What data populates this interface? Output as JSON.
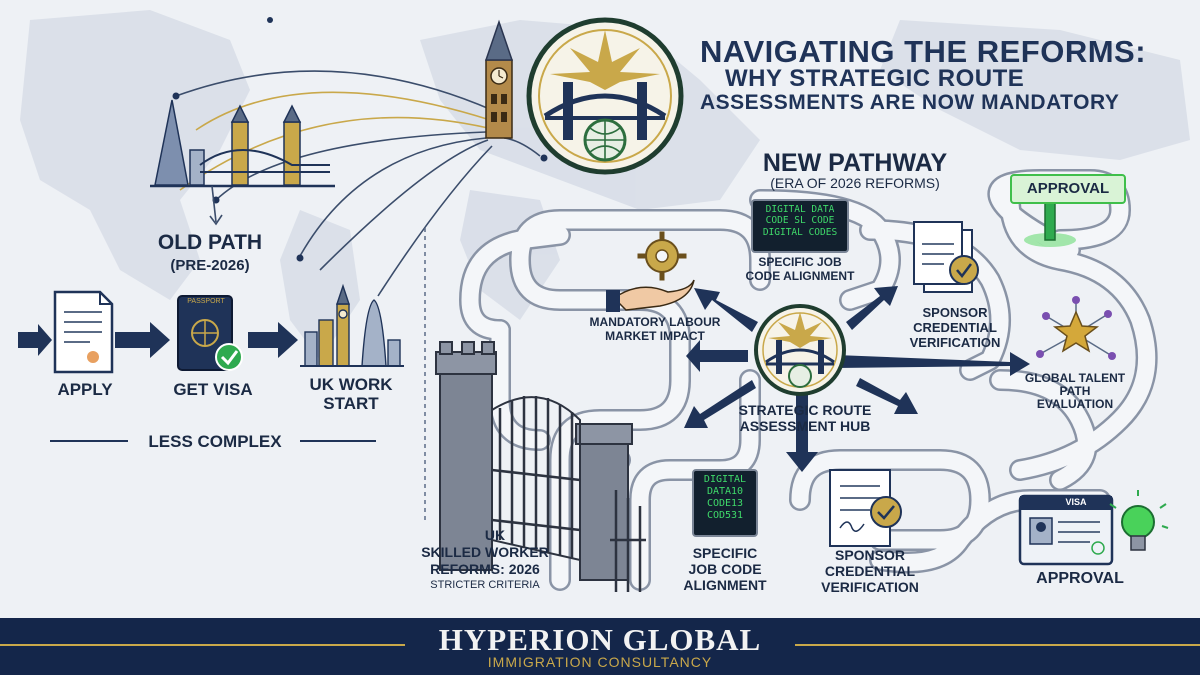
{
  "title": {
    "line1": "NAVIGATING THE REFORMS:",
    "line2": "WHY STRATEGIC ROUTE",
    "line3": "ASSESSMENTS ARE NOW MANDATORY"
  },
  "old_path": {
    "heading": "OLD PATH",
    "subheading": "(PRE-2026)",
    "steps": [
      {
        "label": "APPLY"
      },
      {
        "label": "GET VISA",
        "passport_text": "PASSPORT"
      },
      {
        "label_line1": "UK WORK",
        "label_line2": "START"
      }
    ],
    "note": "LESS COMPLEX"
  },
  "new_pathway": {
    "heading": "NEW PATHWAY",
    "subheading": "(ERA OF 2026 REFORMS)"
  },
  "nodes": {
    "code_top": {
      "screen_lines": [
        "DIGITAL DATA",
        "CODE SL CODE",
        "DIGITAL CODES"
      ],
      "label_line1": "SPECIFIC JOB",
      "label_line2": "CODE ALIGNMENT"
    },
    "labour": {
      "label_line1": "MANDATORY LABOUR",
      "label_line2": "MARKET IMPACT"
    },
    "sponsor_top": {
      "label_line1": "SPONSOR",
      "label_line2": "CREDENTIAL",
      "label_line3": "VERIFICATION"
    },
    "hub": {
      "label_line1": "STRATEGIC ROUTE",
      "label_line2": "ASSESSMENT HUB"
    },
    "global_talent": {
      "label_line1": "GLOBAL TALENT",
      "label_line2": "PATH",
      "label_line3": "EVALUATION"
    },
    "gate": {
      "label_line1": "UK",
      "label_line2": "SKILLED WORKER",
      "label_line3": "REFORMS: 2026",
      "label_line4": "STRICTER CRITERIA"
    },
    "code_bottom": {
      "screen_lines": [
        "DIGITAL",
        "DATA10",
        "CODE13",
        "COD531"
      ],
      "label_line1": "SPECIFIC",
      "label_line2": "JOB CODE",
      "label_line3": "ALIGNMENT"
    },
    "sponsor_bottom": {
      "label_line1": "SPONSOR",
      "label_line2": "CREDENTIAL",
      "label_line3": "VERIFICATION"
    },
    "approval_top": {
      "label": "APPROVAL"
    },
    "approval_bottom": {
      "label": "APPROVAL",
      "visa_text": "VISA"
    }
  },
  "footer": {
    "brand": "HYPERION GLOBAL",
    "tagline": "IMMIGRATION CONSULTANCY"
  },
  "colors": {
    "navy": "#14264a",
    "gold": "#c9a84a",
    "green": "#3fbf4a",
    "road": "#f4f6f9",
    "road_edge": "#8a94a6"
  }
}
